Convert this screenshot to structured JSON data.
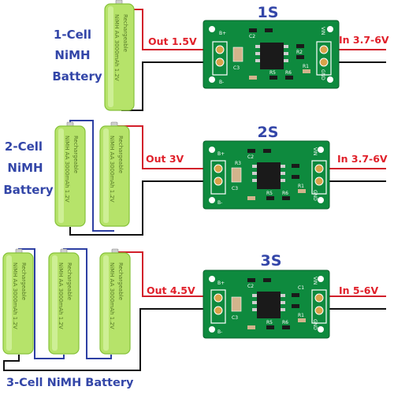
{
  "colors": {
    "battery_green": "#b6e36a",
    "battery_green_dark": "#86c23a",
    "pcb_green": "#0e8a3e",
    "wire_red": "#d21f2a",
    "wire_blue": "#2d3fa3",
    "wire_black": "#111111",
    "label_blue": "#3346a8",
    "label_red": "#e0202a"
  },
  "battery_print": {
    "line1": "NiMH AA 3000mAh 1.2V",
    "line2": "Rechargeable"
  },
  "pcb_labels": {
    "b_plus": "B+",
    "b_minus": "B-",
    "vin": "VIN",
    "gnd": "GND",
    "c1": "C1",
    "c2": "C2",
    "c3": "C3",
    "r1": "R1",
    "r2": "R2",
    "r3": "R3",
    "r5": "R5",
    "r6": "R6"
  },
  "panels": [
    {
      "title": "1S",
      "battery_label_lines": [
        "1-Cell",
        "NiMH",
        "Battery"
      ],
      "output_label": "Out 1.5V",
      "input_label": "In 3.7-6V"
    },
    {
      "title": "2S",
      "battery_label_lines": [
        "2-Cell",
        "NiMH",
        "Battery"
      ],
      "output_label": "Out 3V",
      "input_label": "In 3.7-6V"
    },
    {
      "title": "3S",
      "battery_label": "3-Cell NiMH Battery",
      "output_label": "Out 4.5V",
      "input_label": "In 5-6V"
    }
  ]
}
